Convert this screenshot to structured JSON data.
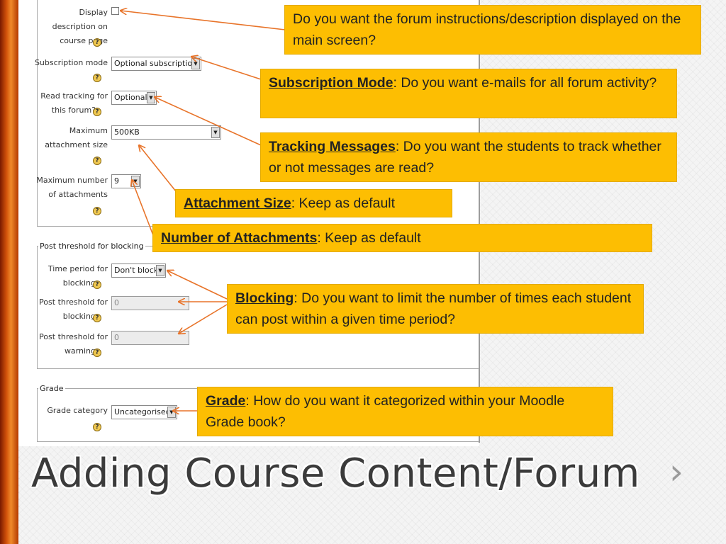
{
  "form": {
    "display_description": {
      "label_lines": [
        "Display",
        "description on",
        "course page"
      ]
    },
    "subscription_mode": {
      "label": "Subscription mode",
      "value": "Optional subscription"
    },
    "read_tracking": {
      "label_lines": [
        "Read tracking for",
        "this forum?"
      ],
      "value": "Optional"
    },
    "max_attachment_size": {
      "label_lines": [
        "Maximum",
        "attachment size"
      ],
      "value": "500KB"
    },
    "max_attachments": {
      "label_lines": [
        "Maximum number",
        "of attachments"
      ],
      "value": "9"
    },
    "blocking_legend": "Post threshold for blocking",
    "time_period": {
      "label_lines": [
        "Time period for",
        "blocking"
      ],
      "value": "Don't block"
    },
    "post_threshold_blocking": {
      "label_lines": [
        "Post threshold for",
        "blocking"
      ],
      "value": "0"
    },
    "post_threshold_warning": {
      "label_lines": [
        "Post threshold for",
        "warning"
      ],
      "value": "0"
    },
    "grade_legend": "Grade",
    "grade_category": {
      "label": "Grade category",
      "value": "Uncategorised"
    },
    "help_glyph": "?",
    "dropdown_glyph": "▼"
  },
  "callouts": {
    "display": {
      "text": "Do you want the forum instructions/description displayed on the main screen?"
    },
    "subscription": {
      "term": "Subscription Mode",
      "text": ": Do you want e-mails for all forum activity?"
    },
    "tracking": {
      "term": "Tracking Messages",
      "text": ": Do you want the students to track whether or not messages are read?"
    },
    "attachment_size": {
      "term": "Attachment Size",
      "text": ": Keep as default"
    },
    "attachments": {
      "term": "Number of Attachments",
      "text": ": Keep as default"
    },
    "blocking": {
      "term": "Blocking",
      "text": ": Do you want to limit the number of times each student can post within a given time period?"
    },
    "grade": {
      "term": "Grade",
      "text": ": How do you want it categorized within your Moodle Grade book?"
    }
  },
  "slide": {
    "title": "Adding Course Content/Forum",
    "next_glyph": "›"
  },
  "colors": {
    "callout_bg": "#fdbe02",
    "arrow": "#e8742a",
    "accent_bar": "#d2520a"
  }
}
